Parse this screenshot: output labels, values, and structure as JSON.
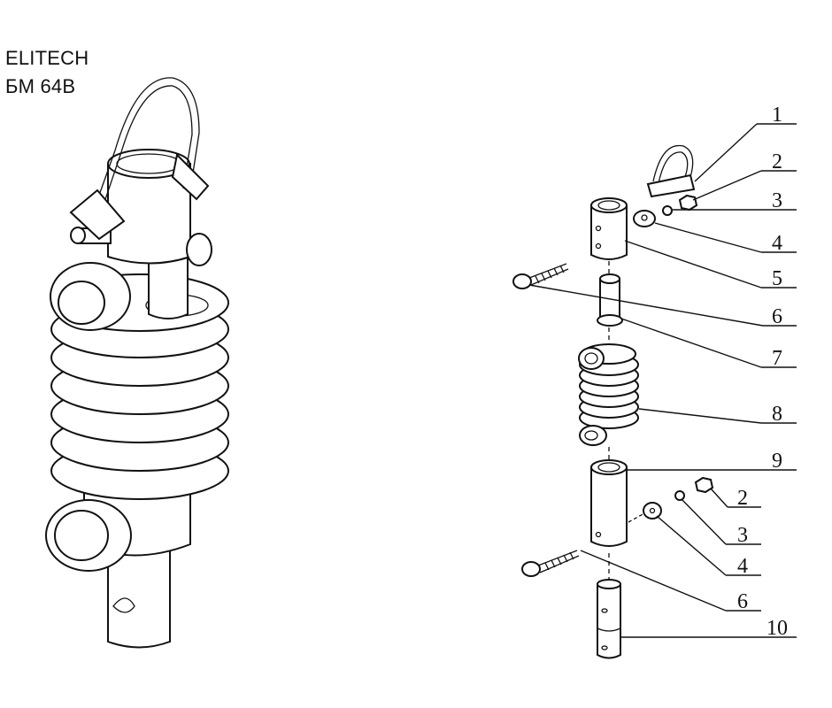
{
  "brand": {
    "line1": "ELITECH",
    "line2": "БМ 64В"
  },
  "callouts": [
    "1",
    "2",
    "3",
    "4",
    "5",
    "6",
    "7",
    "8",
    "9",
    "2",
    "3",
    "4",
    "6",
    "10"
  ]
}
